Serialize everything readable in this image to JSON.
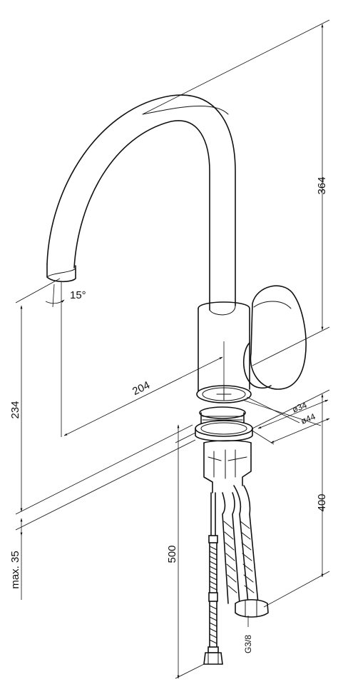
{
  "dimensions": {
    "height_total": "364",
    "spout_height": "234",
    "spout_reach": "204",
    "hose_length": "500",
    "body_to_hose": "400",
    "deck_thickness": "max. 35",
    "spout_angle": "15°",
    "inner_diameter": "ø34",
    "outer_diameter": "ø44",
    "thread": "G3/8"
  }
}
